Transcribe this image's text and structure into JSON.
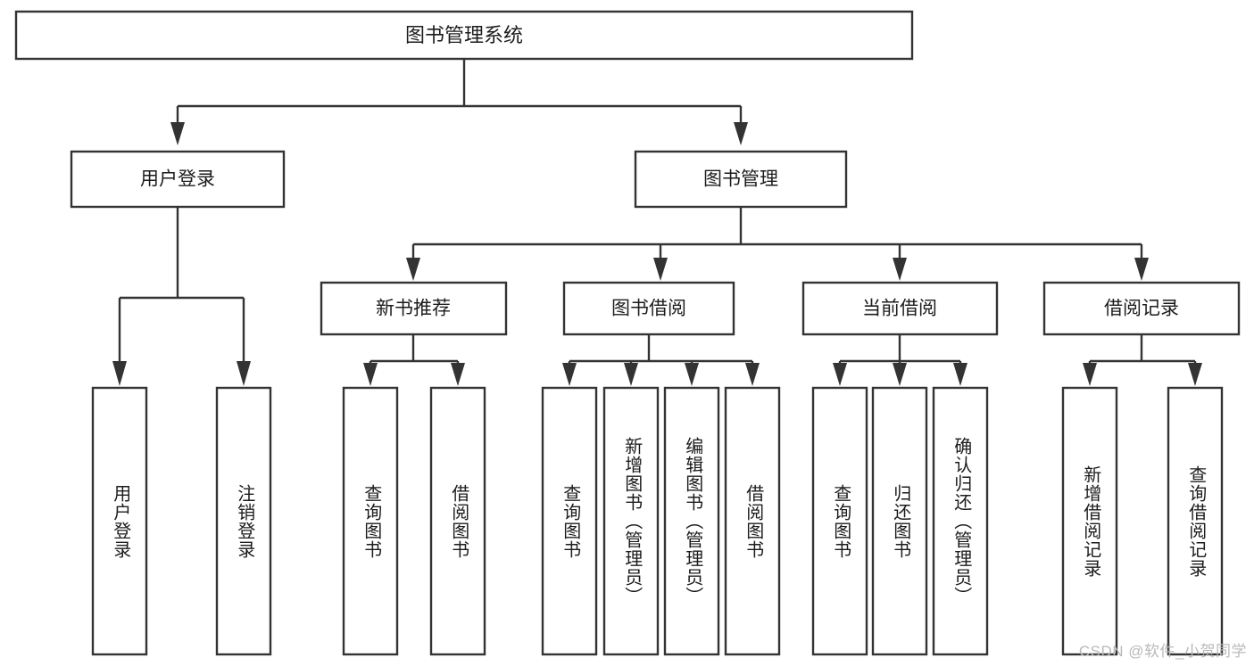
{
  "diagram": {
    "type": "tree",
    "title": "图书管理系统",
    "watermark": "CSDN @软件_小贺同学",
    "colors": {
      "box_stroke": "#333333",
      "box_fill": "#ffffff",
      "text": "#1c1c1c",
      "watermark": "#b9b9b9",
      "background": "#ffffff"
    },
    "levels": {
      "root": "图书管理系统",
      "level2": [
        "用户登录",
        "图书管理"
      ],
      "level3": [
        "新书推荐",
        "图书借阅",
        "当前借阅",
        "借阅记录"
      ]
    },
    "nodes": {
      "root": {
        "label": "图书管理系统"
      },
      "user_login": {
        "label": "用户登录"
      },
      "book_manage": {
        "label": "图书管理"
      },
      "new_book_rec": {
        "label": "新书推荐"
      },
      "book_borrow": {
        "label": "图书借阅"
      },
      "current_borrow": {
        "label": "当前借阅"
      },
      "borrow_record": {
        "label": "借阅记录"
      }
    },
    "leaves": {
      "user_login": [
        {
          "label": "用户登录"
        },
        {
          "label": "注销登录"
        }
      ],
      "new_book_rec": [
        {
          "label": "查询图书"
        },
        {
          "label": "借阅图书"
        }
      ],
      "book_borrow": [
        {
          "label": "查询图书"
        },
        {
          "label": "新增图书（管理员）"
        },
        {
          "label": "编辑图书（管理员）"
        },
        {
          "label": "借阅图书"
        }
      ],
      "current_borrow": [
        {
          "label": "查询图书"
        },
        {
          "label": "归还图书"
        },
        {
          "label": "确认归还（管理员）"
        }
      ],
      "borrow_record": [
        {
          "label": "新增借阅记录"
        },
        {
          "label": "查询借阅记录"
        }
      ]
    }
  }
}
